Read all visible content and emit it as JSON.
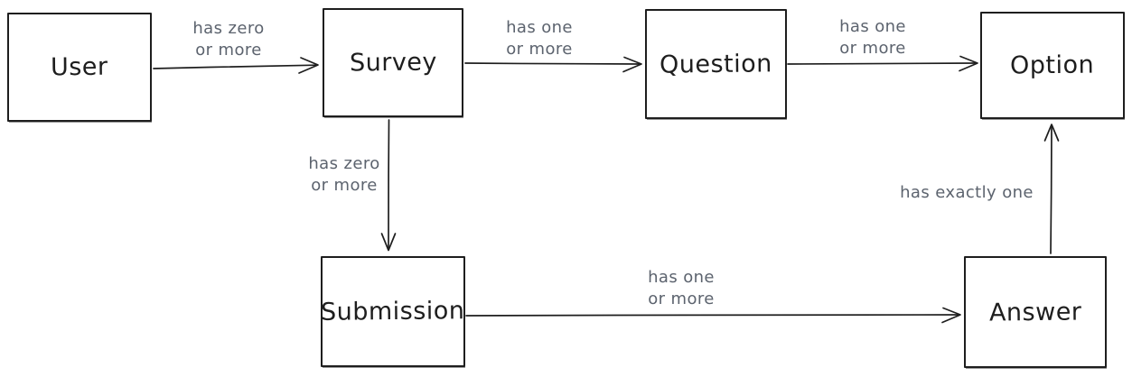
{
  "colors": {
    "stroke": "#1e1e1e",
    "node_text": "#1e1e1e",
    "edge_label_text": "#5c636e",
    "background": "#ffffff"
  },
  "nodes": [
    {
      "id": "user",
      "label": "User"
    },
    {
      "id": "survey",
      "label": "Survey"
    },
    {
      "id": "question",
      "label": "Question"
    },
    {
      "id": "option",
      "label": "Option"
    },
    {
      "id": "submission",
      "label": "Submission"
    },
    {
      "id": "answer",
      "label": "Answer"
    }
  ],
  "edges": [
    {
      "id": "user-survey",
      "from": "User",
      "to": "Survey",
      "label_line1": "has zero",
      "label_line2": "or more"
    },
    {
      "id": "survey-question",
      "from": "Survey",
      "to": "Question",
      "label_line1": "has one",
      "label_line2": "or more"
    },
    {
      "id": "question-option",
      "from": "Question",
      "to": "Option",
      "label_line1": "has one",
      "label_line2": "or more"
    },
    {
      "id": "survey-submission",
      "from": "Survey",
      "to": "Submission",
      "label_line1": "has zero",
      "label_line2": "or more"
    },
    {
      "id": "submission-answer",
      "from": "Submission",
      "to": "Answer",
      "label_line1": "has one",
      "label_line2": "or more"
    },
    {
      "id": "answer-option",
      "from": "Answer",
      "to": "Option",
      "label_line1": "has exactly one",
      "label_line2": ""
    }
  ]
}
